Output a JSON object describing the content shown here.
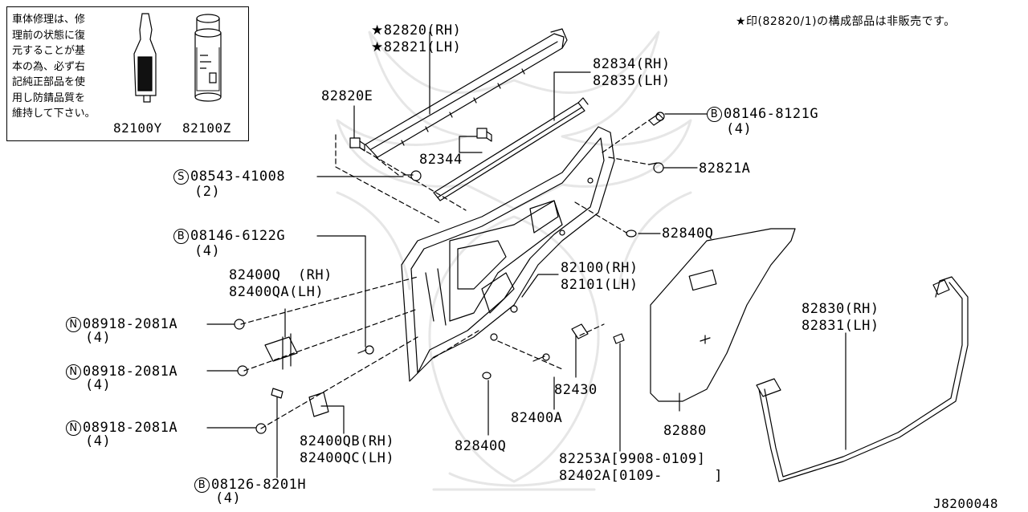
{
  "note": {
    "lines": [
      "車体修理は、修",
      "理前の状態に復",
      "元することが基",
      "本の為、必ず右",
      "記純正部品を使",
      "用し防錆品質を",
      "維持して下さい。"
    ],
    "part_a": "82100Y",
    "part_b": "82100Z"
  },
  "header_note": "★印(82820/1)の構成部品は非販売です。",
  "diagram_id": "J8200048",
  "labels": {
    "p82820": "82820(RH)",
    "p82821": "82821(LH)",
    "star": "★",
    "p82834": "82834(RH)",
    "p82835": "82835(LH)",
    "p82820e": "82820E",
    "p82344": "82344",
    "bolt1_mark": "B",
    "bolt1": "08146-8121G",
    "bolt1_qty": "(4)",
    "p82821a": "82821A",
    "screw_mark": "S",
    "screw": "08543-41008",
    "screw_qty": "(2)",
    "bolt2_mark": "B",
    "bolt2": "08146-6122G",
    "bolt2_qty": "(4)",
    "p82840q_a": "82840Q",
    "p82400q": "82400Q  (RH)",
    "p82400qa": "82400QA(LH)",
    "p82100": "82100(RH)",
    "p82101": "82101(LH)",
    "nut1_mark": "N",
    "nut1": "08918-2081A",
    "nut1_qty": "(4)",
    "nut2_mark": "N",
    "nut2": "08918-2081A",
    "nut2_qty": "(4)",
    "nut3_mark": "N",
    "nut3": "08918-2081A",
    "nut3_qty": "(4)",
    "p82830": "82830(RH)",
    "p82831": "82831(LH)",
    "p82430": "82430",
    "p82400a": "82400A",
    "p82880": "82880",
    "p82400qb": "82400QB(RH)",
    "p82400qc": "82400QC(LH)",
    "p82840q_b": "82840Q",
    "p82253a": "82253A[9908-0109]",
    "p82402a": "82402A[0109-      ]",
    "bolt3_mark": "B",
    "bolt3": "08126-8201H",
    "bolt3_qty": "(4)"
  }
}
